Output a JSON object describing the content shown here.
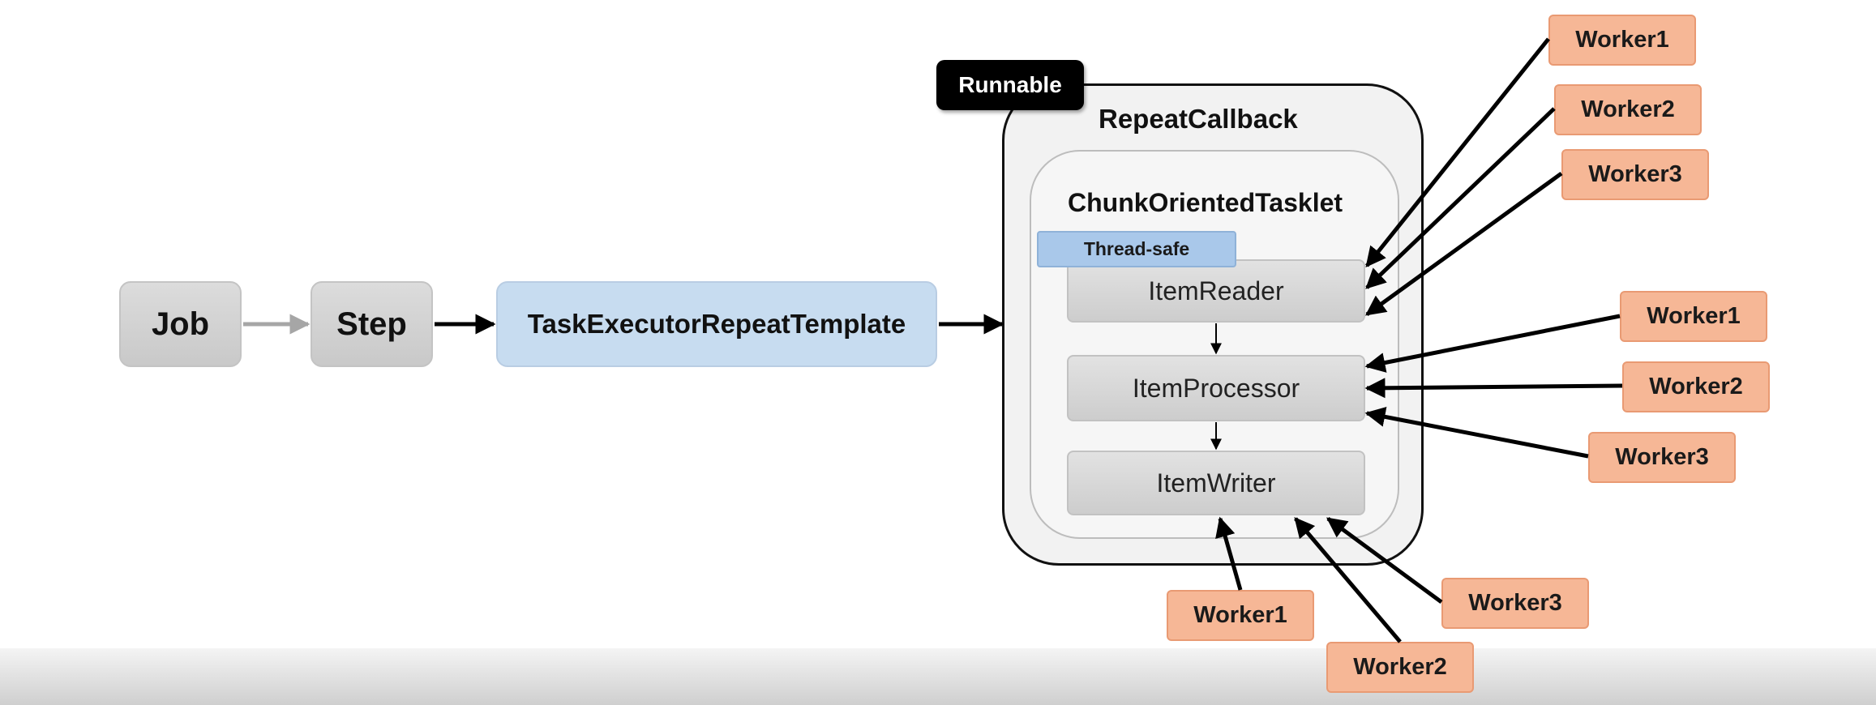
{
  "flow": {
    "job": "Job",
    "step": "Step",
    "template": "TaskExecutorRepeatTemplate"
  },
  "runnable": "Runnable",
  "repeat_callback": "RepeatCallback",
  "tasklet": {
    "title": "ChunkOrientedTasklet",
    "thread_safe": "Thread-safe",
    "reader": "ItemReader",
    "processor": "ItemProcessor",
    "writer": "ItemWriter"
  },
  "reader_workers": [
    "Worker1",
    "Worker2",
    "Worker3"
  ],
  "processor_workers": [
    "Worker1",
    "Worker2",
    "Worker3"
  ],
  "writer_workers": [
    "Worker1",
    "Worker2",
    "Worker3"
  ],
  "colors": {
    "worker_fill": "#f6b796",
    "template_fill": "#c7dcf0",
    "thread_safe_fill": "#a9c8ea",
    "runnable_fill": "#000000"
  }
}
